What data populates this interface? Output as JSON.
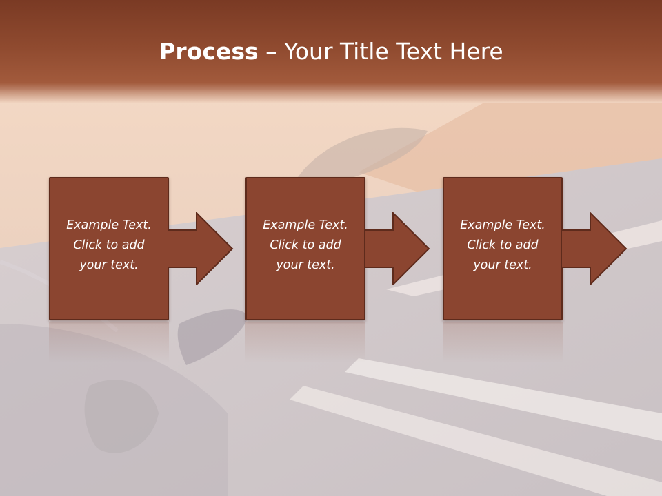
{
  "title": {
    "bold": "Process",
    "separator": " – ",
    "rest": "Your Title Text Here"
  },
  "steps": [
    {
      "line1": "Example Text.",
      "line2": "Click  to add",
      "line3": "your text."
    },
    {
      "line1": "Example Text.",
      "line2": "Click  to add",
      "line3": "your text."
    },
    {
      "line1": "Example Text.",
      "line2": "Click  to add",
      "line3": "your text."
    }
  ],
  "colors": {
    "header": "#8f4a2f",
    "box": "#8b4530",
    "box_border": "#5e2b1c",
    "text": "#ffffff"
  },
  "background": "road-and-car-motion-photo"
}
